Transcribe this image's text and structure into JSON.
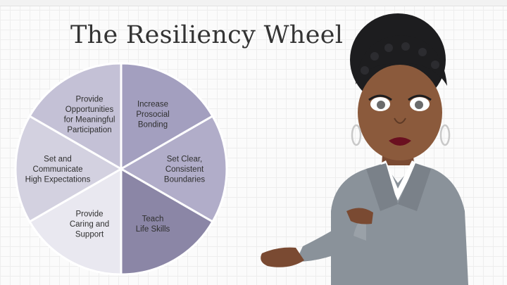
{
  "title": "The Resiliency Wheel",
  "wheel": {
    "segments": [
      {
        "lines": [
          "Increase",
          "Prosocial",
          "Bonding"
        ],
        "color": "#a39fbf"
      },
      {
        "lines": [
          "Set Clear,",
          "Consistent",
          "Boundaries"
        ],
        "color": "#b1adc9"
      },
      {
        "lines": [
          "Teach",
          "Life Skills"
        ],
        "color": "#8b86a6"
      },
      {
        "lines": [
          "Provide",
          "Caring and",
          "Support"
        ],
        "color": "#e9e8f0"
      },
      {
        "lines": [
          "Set and",
          "Communicate",
          "High Expectations"
        ],
        "color": "#d3d1e0"
      },
      {
        "lines": [
          "Provide",
          "Opportunities",
          "for Meaningful",
          "Participation"
        ],
        "color": "#c4c1d6"
      }
    ]
  },
  "icons": {
    "presenter": "cartoon-presenter-woman"
  }
}
